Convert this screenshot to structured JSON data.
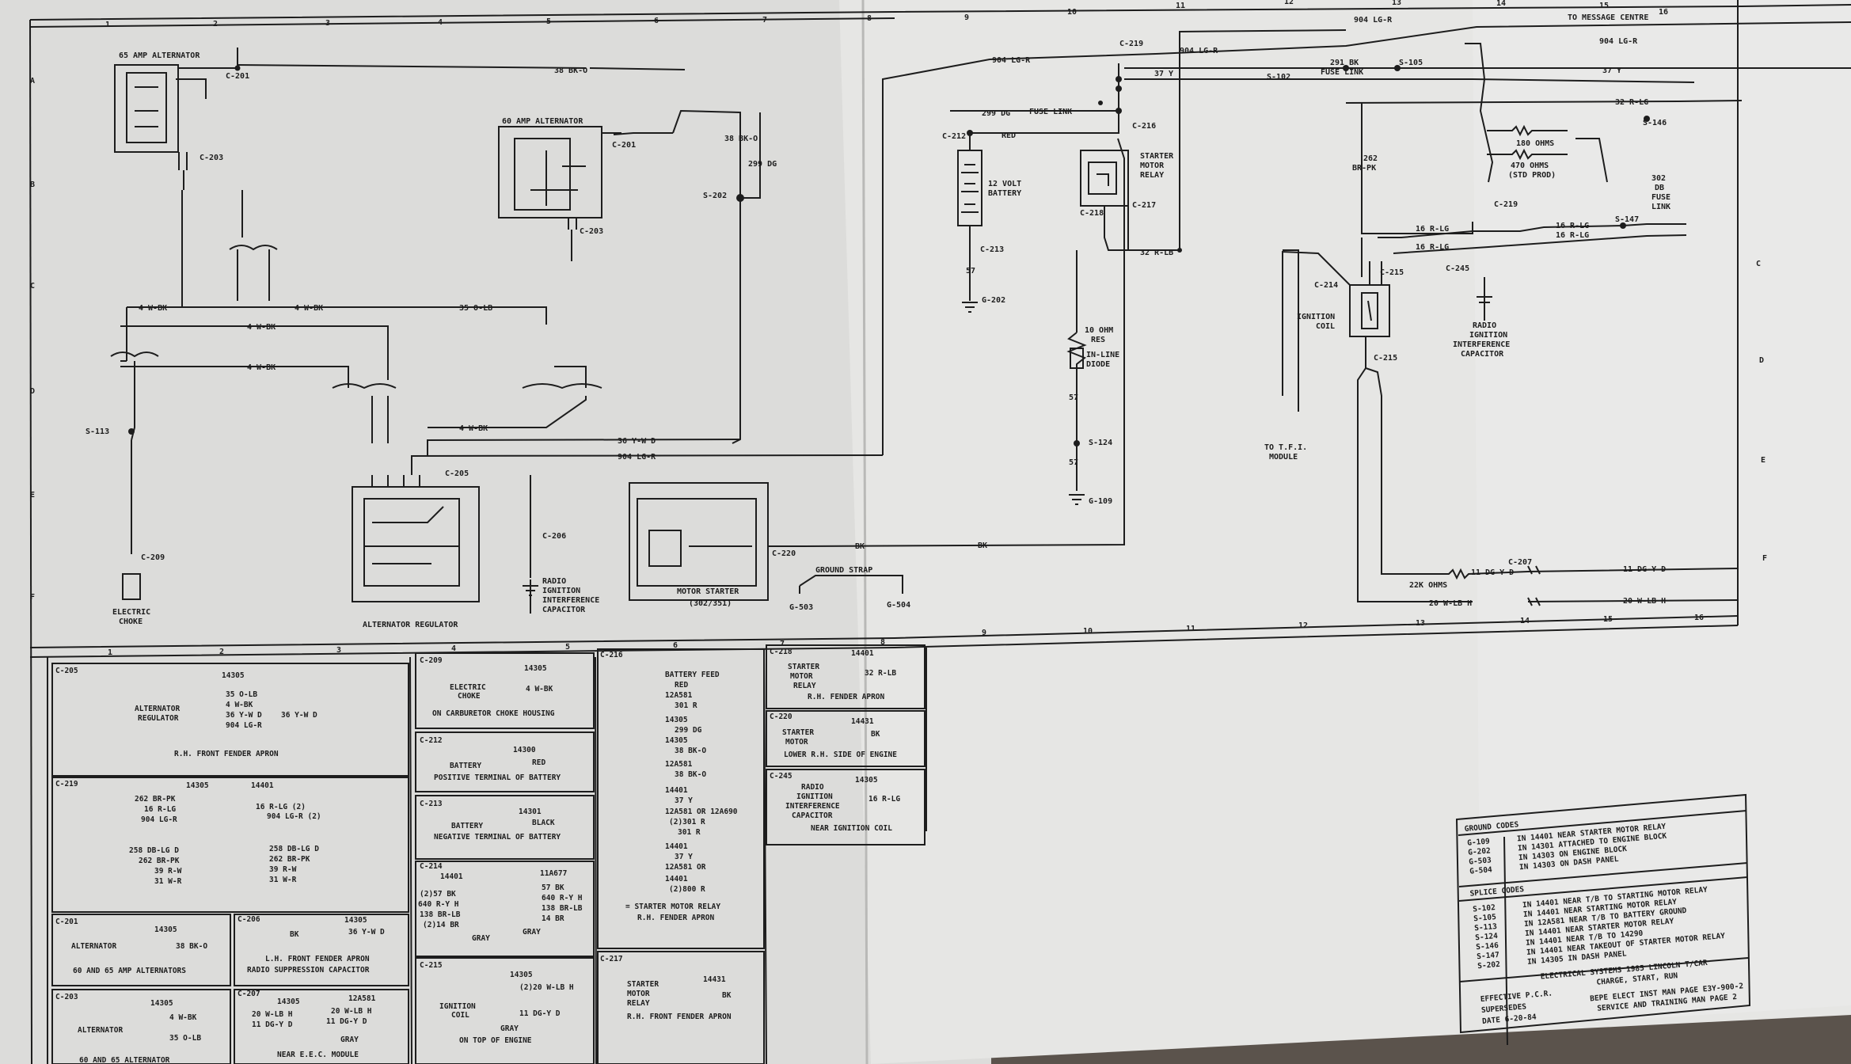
{
  "grid": {
    "top_cols": [
      "1",
      "2",
      "3",
      "4",
      "5",
      "6",
      "7",
      "8",
      "9",
      "10",
      "11",
      "12",
      "13",
      "14",
      "15",
      "16"
    ],
    "mid_cols": [
      "1",
      "2",
      "3",
      "4",
      "5",
      "6",
      "7",
      "8",
      "9",
      "10",
      "11",
      "12",
      "13",
      "14",
      "15",
      "16"
    ],
    "left_rows": [
      "A",
      "B",
      "C",
      "D",
      "E",
      "F"
    ],
    "right_rows": [
      "C",
      "D",
      "E",
      "F"
    ]
  },
  "components": {
    "alt65": "65 AMP ALTERNATOR",
    "alt60": "60 AMP ALTERNATOR",
    "regulator": "ALTERNATOR REGULATOR",
    "choke": [
      "ELECTRIC",
      "CHOKE"
    ],
    "radio_cap": [
      "RADIO",
      "IGNITION",
      "INTERFERENCE",
      "CAPACITOR"
    ],
    "starter": "MOTOR STARTER",
    "starter_sub": "(302/351)",
    "battery": [
      "12 VOLT",
      "BATTERY"
    ],
    "relay": [
      "STARTER",
      "MOTOR",
      "RELAY"
    ],
    "res": [
      "10 OHM",
      "RES"
    ],
    "diode": [
      "IN-LINE",
      "DIODE"
    ],
    "coil": [
      "IGNITION",
      "COIL"
    ],
    "tfi": [
      "TO T.F.I.",
      "MODULE"
    ],
    "radio_cap2": [
      "RADIO",
      "IGNITION",
      "INTERFERENCE",
      "CAPACITOR"
    ],
    "msg": "TO MESSAGE CENTRE",
    "fuse_link": [
      "302",
      "DB",
      "FUSE",
      "LINK"
    ],
    "ground_strap": "GROUND STRAP",
    "r22k": "22K OHMS",
    "r180": "180 OHMS",
    "r470": [
      "470 OHMS",
      "(STD PROD)"
    ]
  },
  "wires": {
    "w38": "38 BK-O",
    "w904": "904 LG-R",
    "w291": "291 BK",
    "w291b": "FUSE LINK",
    "w37": "37 Y",
    "w299": "299 DG",
    "w299b": "FUSE LINK",
    "wred": "RED",
    "w32": "32 R-LB",
    "w32r": "32 R-LG",
    "w4": "4 W-BK",
    "w35": "35 O-LB",
    "w36": "36 Y-W D",
    "wbk": "BK",
    "w16": "16 R-LG",
    "w11": "11 DG-Y D",
    "w20": "20 W-LB H",
    "w57": "57",
    "w262": [
      "262",
      "BR-PK"
    ]
  },
  "connectors": {
    "c201": "C-201",
    "c203": "C-203",
    "c205": "C-205",
    "c206": "C-206",
    "c209": "C-209",
    "c220": "C-220",
    "c212": "C-212",
    "c213": "C-213",
    "c216": "C-216",
    "c217": "C-217",
    "c218": "C-218",
    "c219": "C-219",
    "c214": "C-214",
    "c215": "C-215",
    "c245": "C-245",
    "c207": "C-207",
    "s113": "S-113",
    "s202": "S-202",
    "s124": "S-124",
    "s102": "S-102",
    "s105": "S-105",
    "s146": "S-146",
    "s147": "S-147",
    "g202": "G-202",
    "g109": "G-109",
    "g503": "G-503",
    "g504": "G-504"
  },
  "views": {
    "c205": {
      "id": "C-205",
      "num": "14305",
      "name": [
        "ALTERNATOR",
        "REGULATOR"
      ],
      "pins": [
        "35 O-LB",
        "4 W-BK",
        "36 Y-W D",
        "904 LG-R"
      ],
      "extra": "36 Y-W D",
      "loc": "R.H. FRONT FENDER APRON"
    },
    "c219": {
      "id": "C-219",
      "n1": "14305",
      "n2": "14401",
      "left": [
        "262 BR-PK",
        "16 R-LG",
        "904 LG-R"
      ],
      "right": [
        "16 R-LG (2)",
        "904 LG-R (2)"
      ],
      "bl": [
        "258 DB-LG D",
        "262 BR-PK",
        "39 R-W",
        "31 W-R"
      ],
      "br": [
        "258 DB-LG D",
        "262 BR-PK",
        "39 R-W",
        "31 W-R"
      ]
    },
    "c201": {
      "id": "C-201",
      "num": "14305",
      "name": "ALTERNATOR",
      "pin": "38 BK-O",
      "loc": "60 AND 65 AMP ALTERNATORS"
    },
    "c206": {
      "id": "C-206",
      "num": "14305",
      "pin1": "BK",
      "pin2": "36 Y-W D",
      "loc": "L.H. FRONT FENDER APRON",
      "note": "RADIO SUPPRESSION CAPACITOR"
    },
    "c203": {
      "id": "C-203",
      "num": "14305",
      "name": "ALTERNATOR",
      "pins": [
        "4 W-BK",
        "35 O-LB"
      ],
      "cut": "60 AND 65 ALTERNATOR"
    },
    "c207": {
      "id": "C-207",
      "n1": "14305",
      "n2": "12A581",
      "left": [
        "20 W-LB H",
        "11 DG-Y D"
      ],
      "right": [
        "20 W-LB H",
        "11 DG-Y D"
      ],
      "color": "GRAY",
      "loc": "NEAR E.E.C. MODULE"
    },
    "c209": {
      "id": "C-209",
      "num": "14305",
      "name": [
        "ELECTRIC",
        "CHOKE"
      ],
      "pin": "4 W-BK",
      "loc": "ON CARBURETOR CHOKE HOUSING"
    },
    "c212": {
      "id": "C-212",
      "num": "14300",
      "name": "BATTERY",
      "pin": "RED",
      "loc": "POSITIVE TERMINAL OF BATTERY"
    },
    "c213": {
      "id": "C-213",
      "num": "14301",
      "name": "BATTERY",
      "pin": "BLACK",
      "loc": "NEGATIVE TERMINAL OF BATTERY"
    },
    "c214": {
      "id": "C-214",
      "n1": "14401",
      "n2": "11A677",
      "left": [
        "(2)57 BK",
        "640 R-Y H",
        "138 BR-LB",
        "(2)14 BR"
      ],
      "right": [
        "57 BK",
        "640 R-Y H",
        "138 BR-LB",
        "14 BR"
      ],
      "color": "GRAY"
    },
    "c215": {
      "id": "C-215",
      "num": "14305",
      "name": [
        "IGNITION",
        "COIL"
      ],
      "pins": [
        "(2)20 W-LB H",
        "11 DG-Y D"
      ],
      "color": "GRAY",
      "loc": "ON TOP OF ENGINE"
    },
    "c216": {
      "id": "C-216",
      "items": [
        "BATTERY FEED",
        "RED",
        "12A581",
        "301 R",
        "14305",
        "299 DG",
        "14305",
        "38 BK-O",
        "12A581",
        "38 BK-O",
        "14401",
        "37 Y",
        "12A581 OR 12A690",
        "(2)301 R",
        "301 R",
        "14401",
        "37 Y",
        "12A581 OR",
        "14401",
        "(2)800 R"
      ],
      "note": "= STARTER MOTOR RELAY",
      "loc": "R.H. FENDER APRON"
    },
    "c217": {
      "id": "C-217",
      "num": "14431",
      "name": [
        "STARTER",
        "MOTOR",
        "RELAY"
      ],
      "pin": "BK",
      "loc": "R.H. FRONT FENDER APRON"
    },
    "c218": {
      "id": "C-218",
      "num": "14401",
      "name": [
        "STARTER",
        "MOTOR",
        "RELAY"
      ],
      "pin": "32 R-LB",
      "loc": "R.H. FENDER APRON"
    },
    "c220": {
      "id": "C-220",
      "num": "14431",
      "name": [
        "STARTER",
        "MOTOR"
      ],
      "pin": "BK",
      "loc": "LOWER R.H. SIDE OF ENGINE"
    },
    "c245": {
      "id": "C-245",
      "num": "14305",
      "name": [
        "RADIO",
        "IGNITION",
        "INTERFERENCE",
        "CAPACITOR"
      ],
      "pin": "16 R-LG",
      "loc": "NEAR IGNITION COIL"
    }
  },
  "ground_codes": {
    "title": "GROUND CODES",
    "codes": [
      "G-109",
      "G-202",
      "G-503",
      "G-504"
    ],
    "desc": [
      "IN 14401 NEAR STARTER MOTOR RELAY",
      "IN 14301 ATTACHED TO ENGINE BLOCK",
      "IN 14303 ON ENGINE BLOCK",
      "IN 14303 ON DASH PANEL"
    ]
  },
  "splice_codes": {
    "title": "SPLICE CODES",
    "codes": [
      "S-102",
      "S-105",
      "S-113",
      "S-124",
      "S-146",
      "S-147",
      "S-202"
    ],
    "desc": [
      "IN 14401 NEAR T/B TO STARTING MOTOR RELAY",
      "IN 14401 NEAR STARTING MOTOR RELAY",
      "IN 12A581 NEAR T/B TO BATTERY GROUND",
      "IN 14401 NEAR STARTER MOTOR RELAY",
      "IN 14401 NEAR T/B TO 14290",
      "IN 14401 NEAR TAKEOUT OF STARTER MOTOR RELAY",
      "IN 14305 IN DASH PANEL"
    ]
  },
  "title_block": {
    "title": "ELECTRICAL SYSTEMS 1985 LINCOLN T/CAR",
    "subtitle": "CHARGE, START, RUN",
    "effective": "EFFECTIVE P.C.R.",
    "supersedes": "SUPERSEDES",
    "date": "DATE 6-20-84",
    "ref1": "BEPE ELECT INST MAN PAGE E3Y-900-2",
    "ref2": "SERVICE AND TRAINING MAN PAGE 2"
  },
  "colors": {
    "paper": "#e4e4e2",
    "ink": "#1d1d1d",
    "wall": "#5b534c"
  }
}
